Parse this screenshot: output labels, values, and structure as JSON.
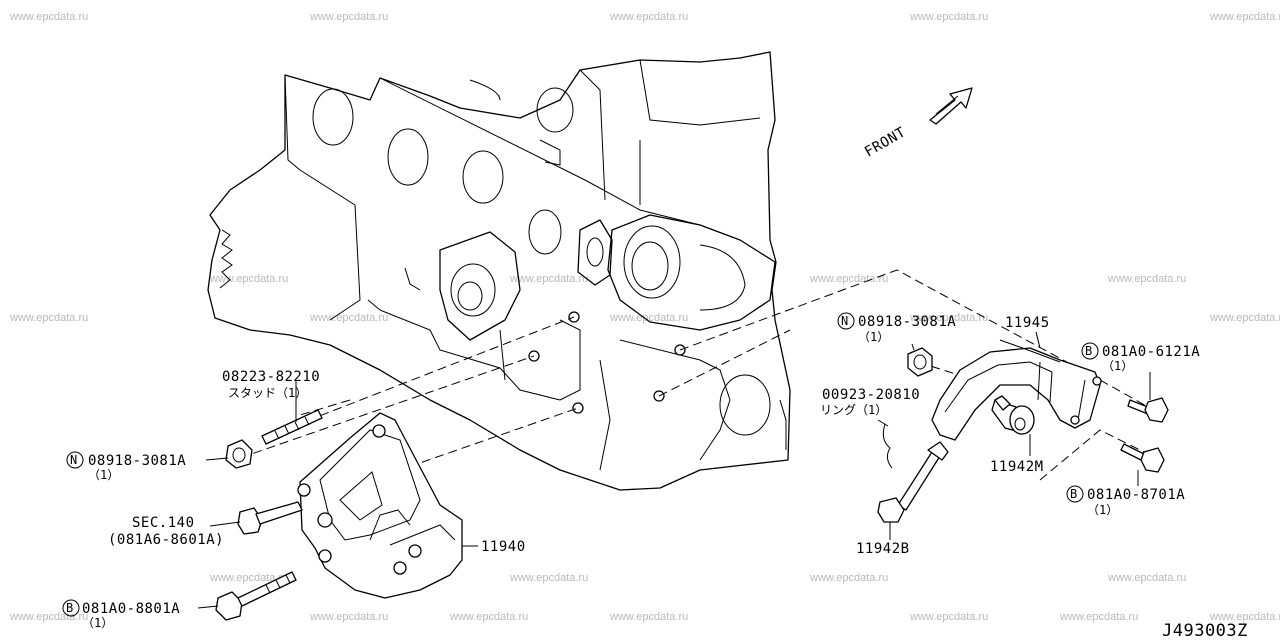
{
  "diagram_code": "J493003Z",
  "front_label": "FRONT",
  "watermarks": [
    "www.epcdata.ru",
    "www.epcdata.ru",
    "www.epcdata.ru",
    "www.epcdata.ru",
    "www.epcdata.ru",
    "www.epcdata.ru",
    "www.epcdata.ru",
    "www.epcdata.ru",
    "www.epcdata.ru",
    "www.epcdata.ru",
    "www.epcdata.ru",
    "www.epcdata.ru",
    "www.epcdata.ru",
    "www.epcdata.ru",
    "www.epcdata.ru",
    "www.epcdata.ru",
    "www.epcdata.ru",
    "www.epcdata.ru",
    "www.epcdata.ru",
    "www.epcdata.ru",
    "www.epcdata.ru",
    "www.epcdata.ru",
    "www.epcdata.ru",
    "www.epcdata.ru",
    "www.epcdata.ru"
  ],
  "callouts": {
    "stud": {
      "part": "08223-82210",
      "qty": "スタッド（1）"
    },
    "nut_left": {
      "badge": "N",
      "part": "08918-3081A",
      "qty": "（1）"
    },
    "sec140": {
      "part": "SEC.140",
      "qty": "(081A6-8601A)"
    },
    "bolt_bottom": {
      "badge": "B",
      "part": "081A0-8801A",
      "qty": "（1）"
    },
    "bracket_main": {
      "part": "11940"
    },
    "nut_right": {
      "badge": "N",
      "part": "08918-3081A",
      "qty": "（1）"
    },
    "bracket_right": {
      "part": "11945"
    },
    "bolt_tr": {
      "badge": "B",
      "part": "081A0-6121A",
      "qty": "（1）"
    },
    "ring": {
      "part": "00923-20810",
      "qty": "リング（1）"
    },
    "bushing": {
      "part": "11942M"
    },
    "bolt_mr": {
      "badge": "B",
      "part": "081A0-8701A",
      "qty": "（1）"
    },
    "long_bolt": {
      "part": "11942B"
    }
  }
}
